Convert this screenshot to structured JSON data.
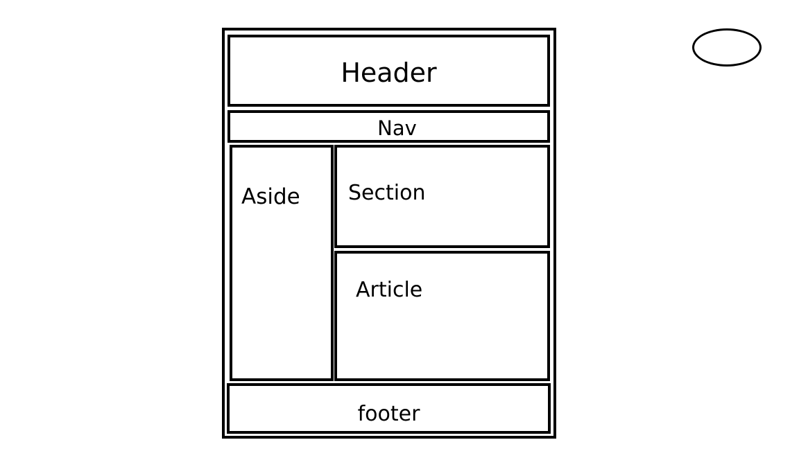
{
  "diagram": {
    "header": {
      "label": "Header"
    },
    "nav": {
      "label": "Nav"
    },
    "aside": {
      "label": "Aside"
    },
    "section": {
      "label": "Section"
    },
    "article": {
      "label": "Article"
    },
    "footer": {
      "label": "footer"
    }
  },
  "shapes": {
    "ellipse_fill": "#ffffff",
    "stroke_color": "#000000"
  }
}
